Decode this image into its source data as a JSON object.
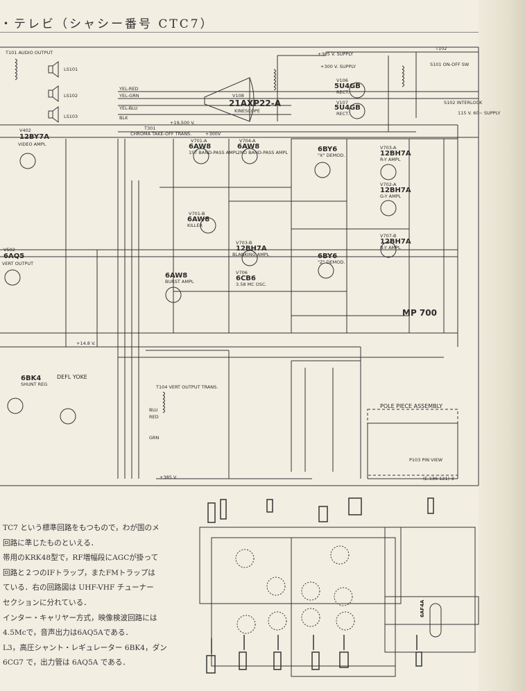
{
  "header": {
    "title": "・テレビ（シャシー番号 CTC7）"
  },
  "main_schematic": {
    "labels": [
      "T101 AUDIO OUTPUT",
      "LS101",
      "LS102",
      "LS103",
      "V402",
      "12BY7A",
      "VIDEO AMPL",
      "V502",
      "6AQ5",
      "VERT OUTPUT",
      "6BK4",
      "SHUNT REG",
      "DEFL YOKE",
      "V108",
      "21AXP22-A",
      "KINESCOPE",
      "+385 V. SUPPLY",
      "+300 V. SUPPLY",
      "+19,500 V.",
      "T301",
      "CHROMA TAKE-OFF TRANS.",
      "V701-A",
      "6AW8",
      "1ST BAND-PASS AMPL",
      "V704-A",
      "6AW8",
      "2ND BAND-PASS AMPL",
      "6BY6",
      "\"X\" DEMOD.",
      "V703-A",
      "12BH7A",
      "R-Y AMPL",
      "V702-A",
      "12BH7A",
      "G-Y AMPL",
      "V707-B",
      "12BH7A",
      "B-Y AMPL",
      "V701-B",
      "6AW8",
      "KILLER",
      "V703-B",
      "12BH7A",
      "BLANKING AMPL",
      "V706",
      "6CB6",
      "3.58 MC OSC.",
      "6BY6",
      "\"Z\" DEMOD.",
      "6AW8",
      "BURST AMPL",
      "V106",
      "5U4GB",
      "RECT.",
      "V107",
      "5U4GB",
      "RECT.",
      "T102",
      "S101 ON-OFF SW",
      "S102 INTERLOCK",
      "115 V. 60~ SUPPLY",
      "MP 700",
      "T104 VERT OUTPUT TRANS.",
      "POLE PIECE ASSEMBLY",
      "P103 PIN VIEW",
      "(E.136 121)-3",
      "YEL-RED",
      "YEL-GRN",
      "YEL-BLU",
      "BLK",
      "BLU",
      "RED",
      "GRN",
      "+385 V.",
      "+300V",
      "+14.8 V."
    ]
  },
  "body_text": {
    "lines": [
      "TC7 という標準回路をもつもので，わが国のメ",
      "回路に準じたものといえる．",
      "帯用のKRK48型で，RF増幅段にAGCが掛って",
      "回路と２つのIFトラップ，またFMトラップは",
      "ている．右の回路図は UHF-VHF チューナー",
      "セクションに分れている．",
      "インター・キャリヤー方式，映像検波回路には",
      "4.5Mcで，音声出力は6AQ5Aである．",
      "L3，高圧シャント・レギュレーター 6BK4，ダン",
      "6CG7 で，出力管は 6AQ5A である．"
    ]
  },
  "tuner_schematic": {
    "tube_label": "6AF4A"
  },
  "colors": {
    "paper": "#f2eee2",
    "ink": "#2a2a2a"
  }
}
